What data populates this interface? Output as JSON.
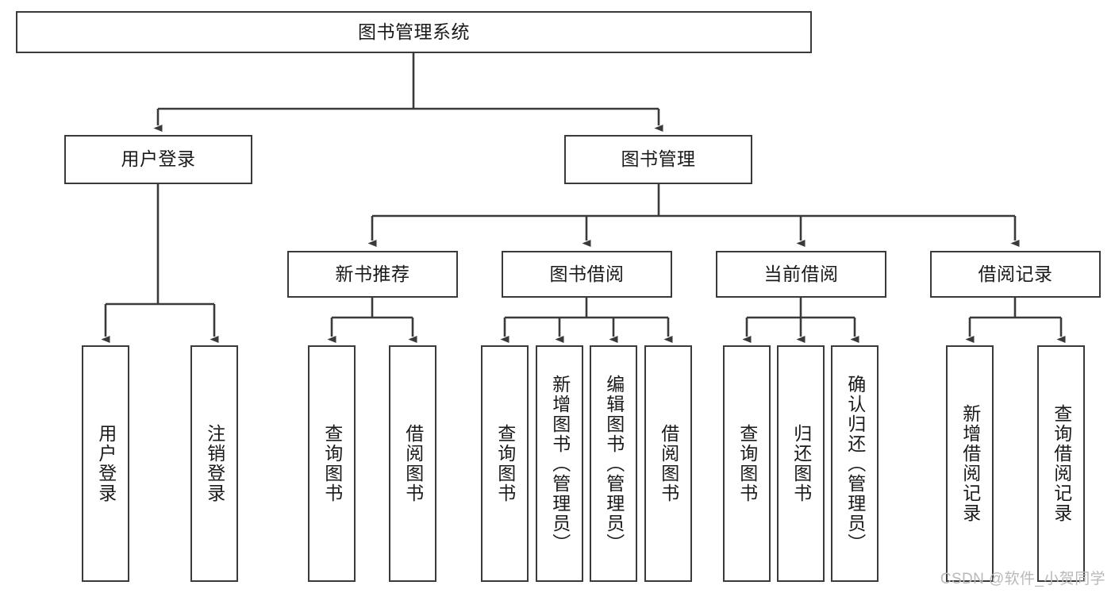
{
  "diagram": {
    "title": "图书管理系统",
    "type": "tree-hierarchy-diagram",
    "colors": {
      "stroke": "#3a3a3a",
      "fill": "#ffffff",
      "text": "#1a1a1a",
      "watermark": "#b9b9b9"
    },
    "root": {
      "label": "图书管理系统"
    },
    "level2": [
      {
        "label": "用户登录"
      },
      {
        "label": "图书管理"
      }
    ],
    "level3": [
      {
        "label": "新书推荐"
      },
      {
        "label": "图书借阅"
      },
      {
        "label": "当前借阅"
      },
      {
        "label": "借阅记录"
      }
    ],
    "leaves": {
      "user_login": [
        {
          "label": "用户登录"
        },
        {
          "label": "注销登录"
        }
      ],
      "new_book_recommend": [
        {
          "label": "查询图书"
        },
        {
          "label": "借阅图书"
        }
      ],
      "book_borrow": [
        {
          "label": "查询图书"
        },
        {
          "label": "新增图书（管理员）"
        },
        {
          "label": "编辑图书（管理员）"
        },
        {
          "label": "借阅图书"
        }
      ],
      "current_borrow": [
        {
          "label": "查询图书"
        },
        {
          "label": "归还图书"
        },
        {
          "label": "确认归还（管理员）"
        }
      ],
      "borrow_records": [
        {
          "label": "新增借阅记录"
        },
        {
          "label": "查询借阅记录"
        }
      ]
    }
  },
  "watermark": {
    "text": "CSDN @软件_小贺同学"
  }
}
